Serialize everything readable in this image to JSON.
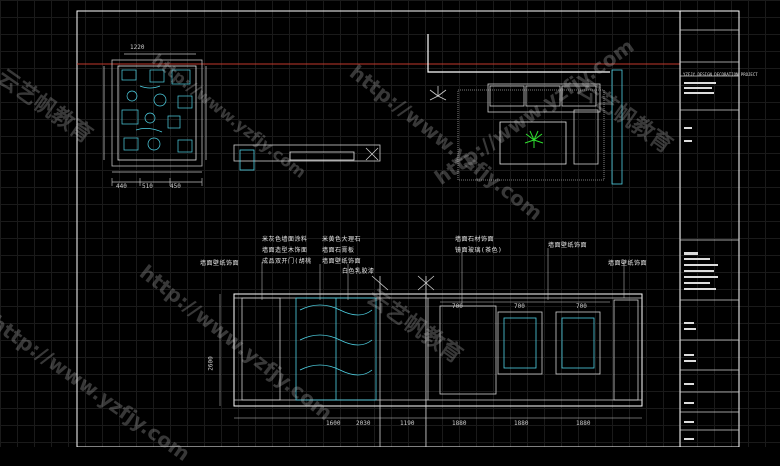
{
  "colors": {
    "background": "#000000",
    "frame": "#ffffff",
    "red_line": "#c0392b",
    "cyan": "#4fd3e6",
    "green": "#2fe02f"
  },
  "plan_top_dims": {
    "width": "1220"
  },
  "plan_bottom_dims": {
    "d1": "440",
    "d2": "510",
    "d3": "450"
  },
  "labels": {
    "annot_1_line1": "米灰色墙面涂料",
    "annot_1_line2": "墙面造型木饰面",
    "annot_1_line3": "成品双开门(胡桃",
    "annot_2_line1": "米黄色大理石",
    "annot_2_line2": "墙面石膏板",
    "annot_2_line3": "墙面壁纸饰面",
    "annot_3": "白色乳胶漆",
    "annot_4_line1": "墙面石材饰面",
    "annot_4_line2": "镜面玻璃(茶色)",
    "annot_left": "墙面壁纸饰面",
    "annot_right": "墙面壁纸饰面",
    "annot_far_right": "墙面壁纸饰面"
  },
  "elevation_dims": {
    "top": [
      "700",
      "700",
      "700"
    ],
    "bottom": [
      "1600",
      "2030",
      "1190",
      "1880",
      "1880",
      "1880"
    ],
    "left": "2600"
  },
  "title_block": {
    "company": "YZFJY DESIGN DECORATION PROJECT"
  },
  "watermarks": {
    "url": "http://www.yzfjy.com",
    "brand": "云艺帆教育"
  }
}
